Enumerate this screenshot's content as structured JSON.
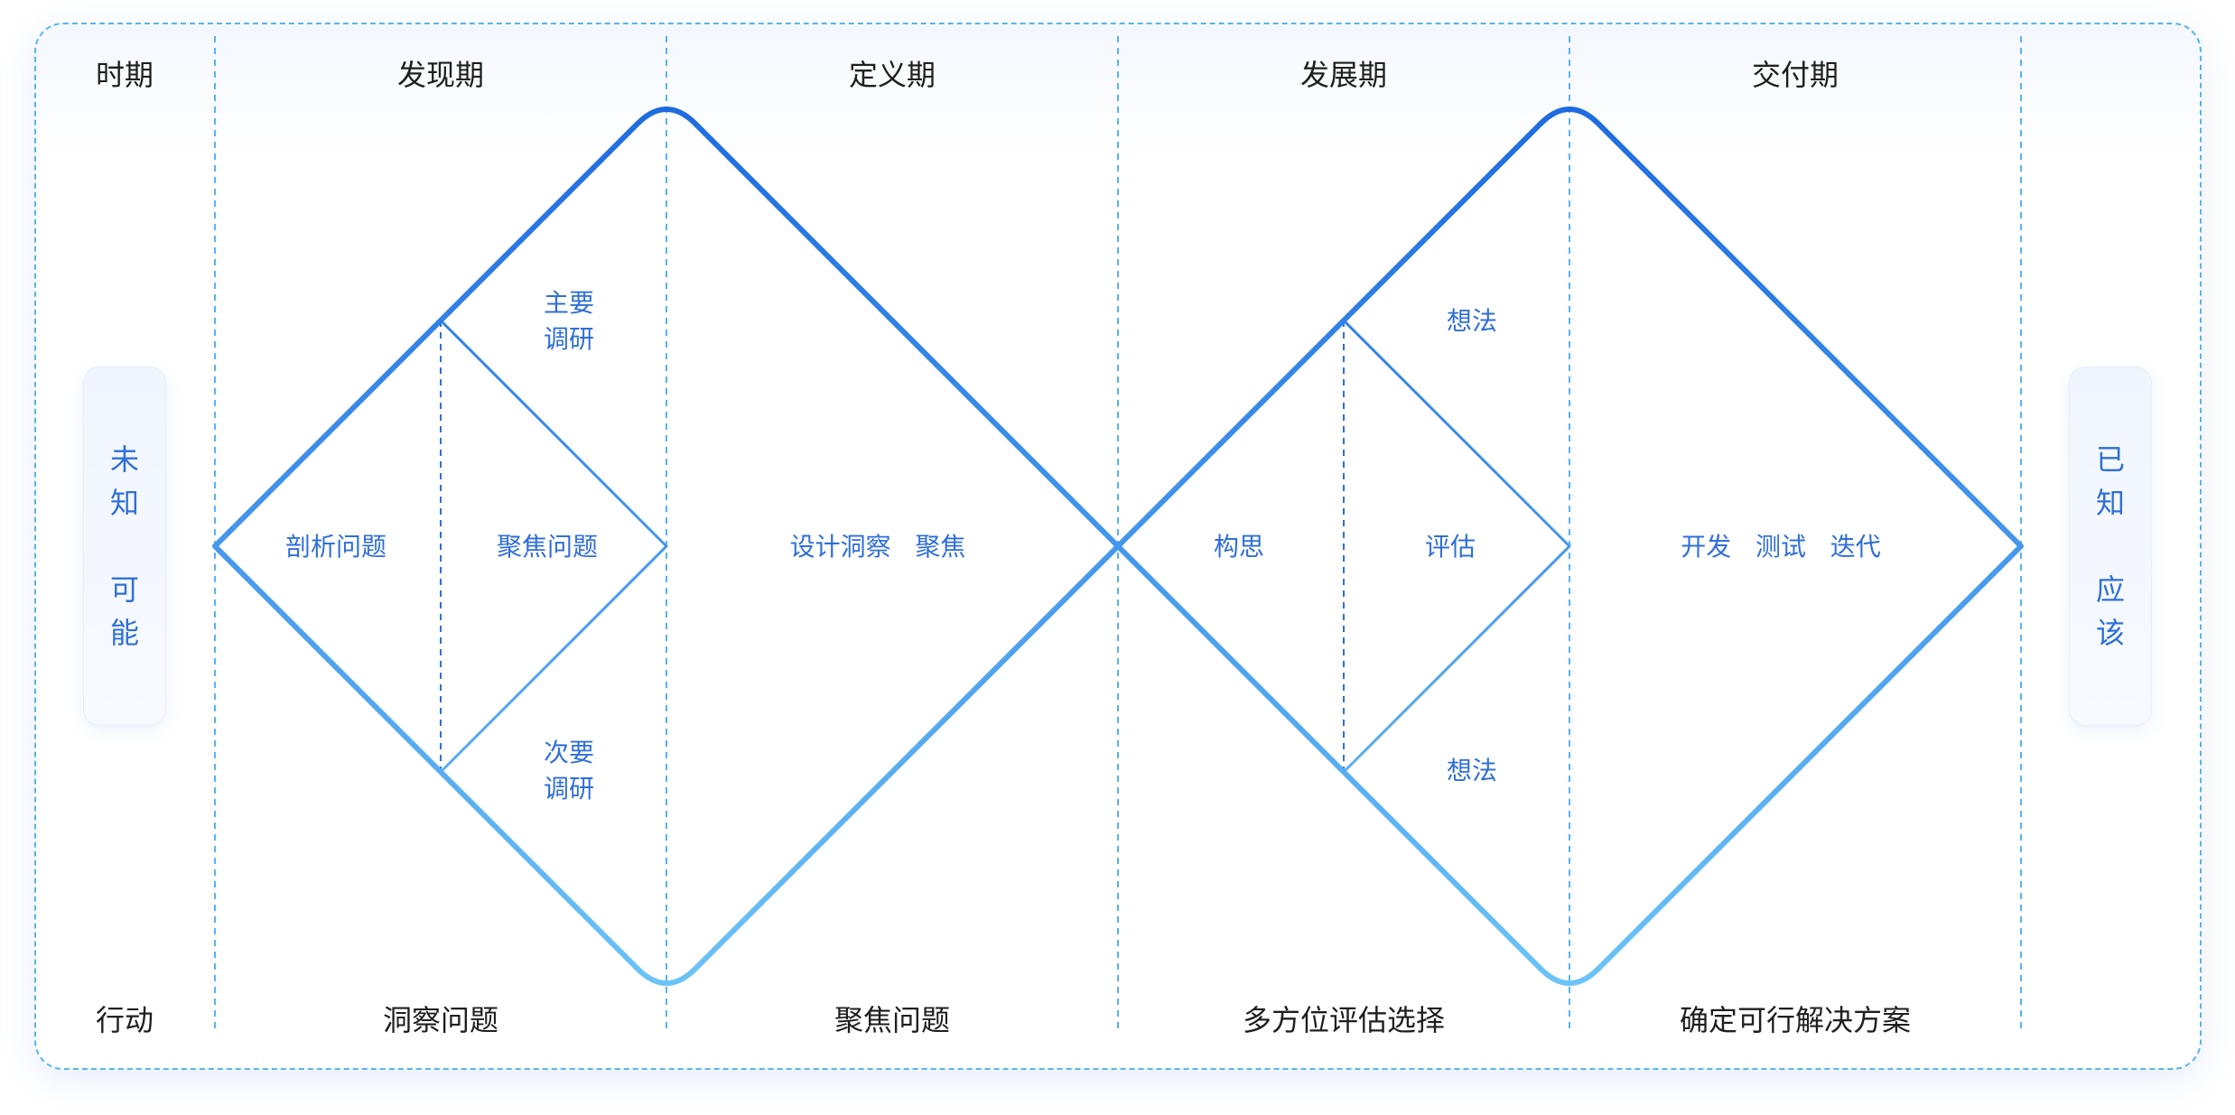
{
  "header": {
    "period_label": "时期",
    "phases": [
      "发现期",
      "定义期",
      "发展期",
      "交付期"
    ]
  },
  "footer": {
    "action_label": "行动",
    "actions": [
      "洞察问题",
      "聚焦问题",
      "多方位评估选择",
      "确定可行解决方案"
    ]
  },
  "left_panel": {
    "line1": [
      "未",
      "知"
    ],
    "line2": [
      "可",
      "能"
    ]
  },
  "right_panel": {
    "line1": [
      "已",
      "知"
    ],
    "line2": [
      "应",
      "该"
    ]
  },
  "diamond1": {
    "analyze": "剖析问题",
    "primary_research": "主要\n调研",
    "focus": "聚焦问题",
    "secondary_research": "次要\n调研",
    "insight_focus": "设计洞察   聚焦"
  },
  "diamond2": {
    "ideate": "构思",
    "idea_top": "想法",
    "evaluate": "评估",
    "idea_bottom": "想法",
    "deliver": "开发   测试   迭代"
  },
  "colors": {
    "line_top": "#1E6BE0",
    "line_bottom": "#6CC3F7",
    "divider": "#56B4F5",
    "label": "#2F6FD8",
    "text": "#1f1f1f"
  }
}
